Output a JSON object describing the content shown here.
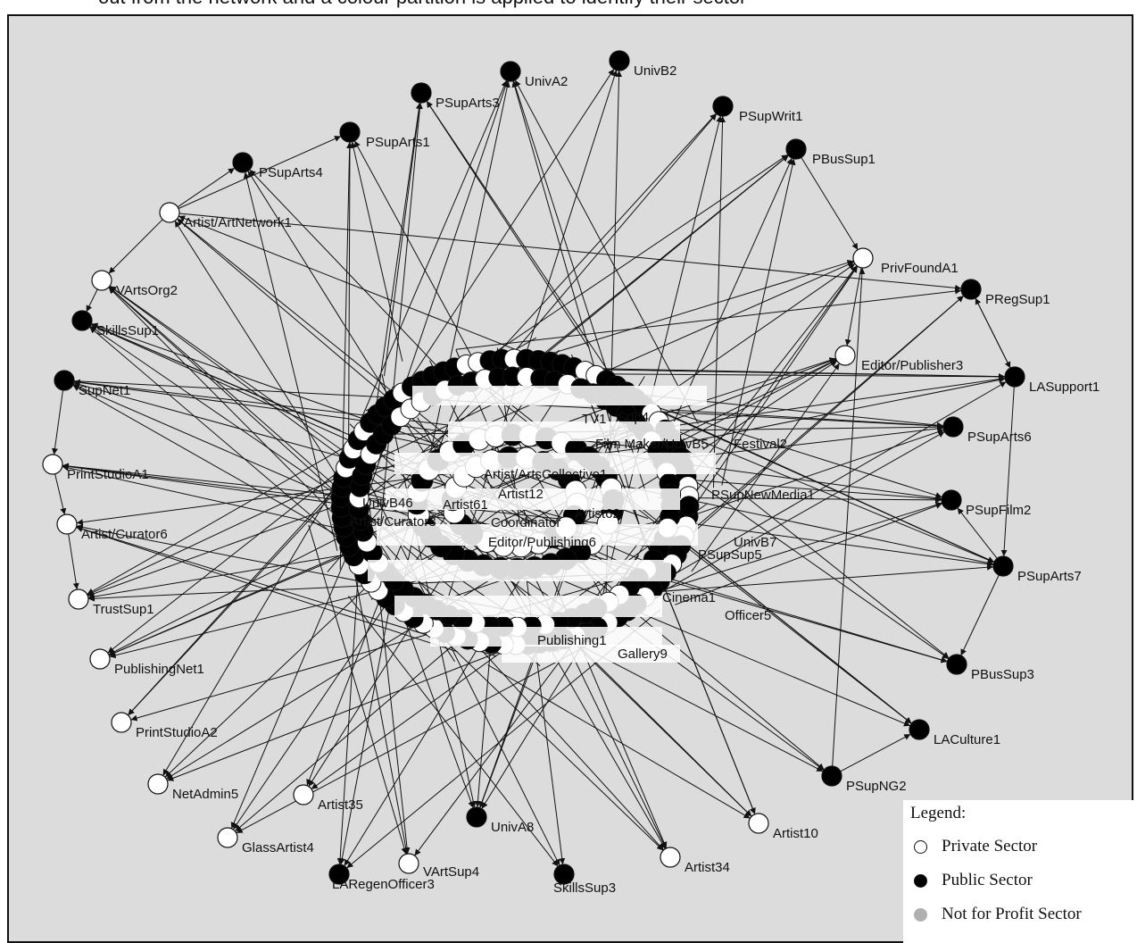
{
  "caption": "out from the network and a colour partition is applied to identify their sector",
  "colors": {
    "private": "#ffffff",
    "public": "#000000",
    "not_for_profit": "#b0b0b0",
    "background": "#dcdcdc"
  },
  "legend": {
    "title": "Legend:",
    "items": [
      {
        "label": "Private Sector",
        "color": "#ffffff"
      },
      {
        "label": "Public Sector",
        "color": "#000000"
      },
      {
        "label": "Not for Profit Sector",
        "color": "#b0b0b0"
      }
    ]
  },
  "nodes": [
    {
      "label": "UnivA2",
      "sector": "public"
    },
    {
      "label": "UnivB2",
      "sector": "public"
    },
    {
      "label": "PSupArts3",
      "sector": "public"
    },
    {
      "label": "PSupArts1",
      "sector": "public"
    },
    {
      "label": "PSupWrit1",
      "sector": "public"
    },
    {
      "label": "PBusSup1",
      "sector": "public"
    },
    {
      "label": "PSupArts4",
      "sector": "public"
    },
    {
      "label": "Artist/ArtNetwork1",
      "sector": "private"
    },
    {
      "label": "VArtsOrg2",
      "sector": "private"
    },
    {
      "label": "SkillsSup1",
      "sector": "public"
    },
    {
      "label": "PrivFoundA1",
      "sector": "private"
    },
    {
      "label": "PRegSup1",
      "sector": "public"
    },
    {
      "label": "Editor/Publisher3",
      "sector": "private"
    },
    {
      "label": "LASupport1",
      "sector": "public"
    },
    {
      "label": "SupNet1",
      "sector": "public"
    },
    {
      "label": "PSupArts6",
      "sector": "public"
    },
    {
      "label": "PrintStudioA1",
      "sector": "private"
    },
    {
      "label": "PSupFilm2",
      "sector": "public"
    },
    {
      "label": "Artist/Curator6",
      "sector": "private"
    },
    {
      "label": "PSupArts7",
      "sector": "public"
    },
    {
      "label": "TrustSup1",
      "sector": "private"
    },
    {
      "label": "PublishingNet1",
      "sector": "private"
    },
    {
      "label": "PBusSup3",
      "sector": "public"
    },
    {
      "label": "PrintStudioA2",
      "sector": "private"
    },
    {
      "label": "LACulture1",
      "sector": "public"
    },
    {
      "label": "NetAdmin5",
      "sector": "private"
    },
    {
      "label": "Artist35",
      "sector": "private"
    },
    {
      "label": "PSupNG2",
      "sector": "public"
    },
    {
      "label": "GlassArtist4",
      "sector": "private"
    },
    {
      "label": "UnivA8",
      "sector": "public"
    },
    {
      "label": "Artist10",
      "sector": "private"
    },
    {
      "label": "LARegenOfficer3",
      "sector": "public"
    },
    {
      "label": "VArtSup4",
      "sector": "private"
    },
    {
      "label": "SkillsSup3",
      "sector": "public"
    },
    {
      "label": "Artist34",
      "sector": "private"
    }
  ],
  "center_labels": [
    "Artist/ArtsCollective1",
    "Artist12",
    "Artist61",
    "Artist62",
    "UnivB46",
    "Artist/Curator3",
    "Editor/Publishing6",
    "Coordinator",
    "Film Maker/UnivB5",
    "PSupNewMedia1",
    "PSupSup5",
    "Cinema1",
    "Officer5",
    "UnivB7",
    "Festival2",
    "Publishing1",
    "Gallery9",
    "Sup4",
    "TV1"
  ]
}
